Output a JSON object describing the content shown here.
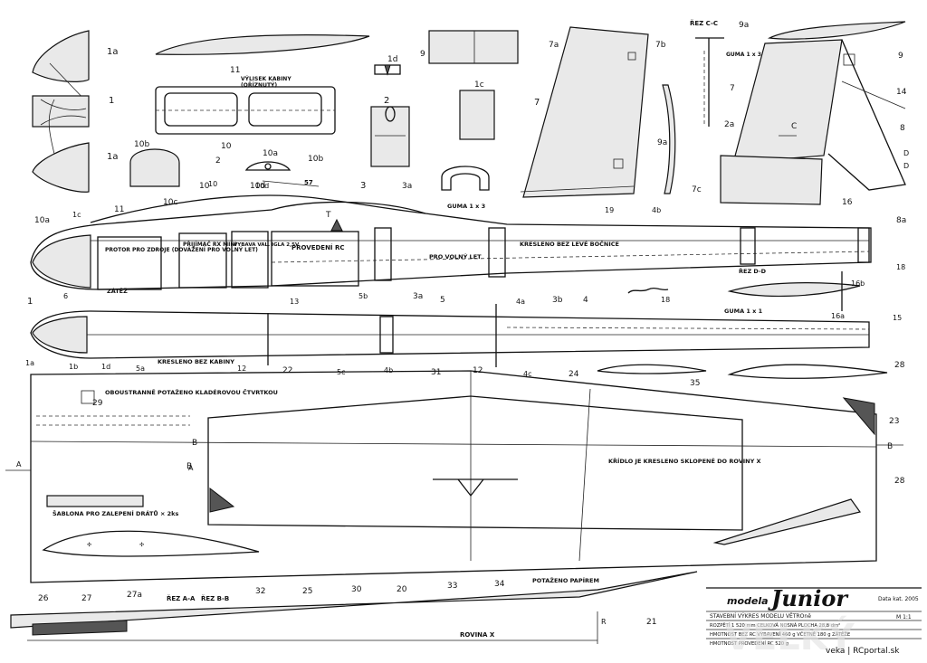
{
  "labels": [
    "1a",
    "1",
    "1a",
    "11",
    "VÝLISEK KABINY",
    "(OŘÍZNUTÝ)",
    "1d",
    "9",
    "1c",
    "7a",
    "7b",
    "ŘEZ C-C",
    "9a",
    "9",
    "GUMA 1 x 3",
    "7",
    "7",
    "14",
    "8",
    "2",
    "10d",
    "10",
    "10",
    "10b",
    "10a",
    "10b",
    "10c",
    "9a",
    "2a",
    "C",
    "D",
    "D",
    "7c",
    "16",
    "8a",
    "10a",
    "1c",
    "11",
    "10",
    "2",
    "10d",
    "57",
    "3",
    "3a",
    "T",
    "PROVEDENÍ RC",
    "PROTOR PRO ZDROJE (DOVÁŽENÍ PRO VOLNÝ LET)",
    "PŘIJÍMAČ RX MINI",
    "VYBAVA VAL. IGLA 2,5V",
    "PRO VOLNÝ LET",
    "KRESLENO BEZ LEVÉ BOČNICE",
    "GUMA 1 x 3",
    "19",
    "4b",
    "ŘEZ D-D",
    "18",
    "16b",
    "6",
    "ZÁTĚŽ",
    "13",
    "5b",
    "5",
    "3b",
    "4",
    "18",
    "GUMA 1 x 1",
    "16a",
    "15",
    "1",
    "3a",
    "4a",
    "1a",
    "1b",
    "1d",
    "5a",
    "KRESLENO BEZ KABINY",
    "12",
    "22",
    "5c",
    "4b",
    "12",
    "4c",
    "31",
    "24",
    "28",
    "29",
    "OBOUSTRANNĚ POTAŽENO KLADÉROVOU ČTVRTKOU",
    "35",
    "23",
    "B",
    "B",
    "B",
    "A",
    "A",
    "KŘÍDLO JE KRESLENO SKLOPENÉ DO ROVINY X",
    "28",
    "ŠABLONA PRO ZALEPENÍ DRÁTŮ × 2ks",
    "26",
    "27",
    "27a",
    "ŘEZ A-A",
    "ŘEZ B-B",
    "32",
    "25",
    "30",
    "20",
    "33",
    "34",
    "POTAŽENO PAPÍREM",
    "21",
    "ROVINA X",
    "R"
  ],
  "title_block": {
    "magazine": "modela",
    "model": "Junior",
    "issue": "Data kat. 2005",
    "scale": "M 1:1",
    "subtitle": "STAVEBNÍ VÝKRES MODELU VĚTROně",
    "spec_rows": [
      "ROZPĚTÍ           1 520 mm   CELKOVÁ NOSNÁ PLOCHA 28,8 dm²",
      "HMOTNOST BEZ RC VYBAVENÍ    460 g  VČETNĚ 180 g ZÁTĚŽE",
      "HMOTNOST PROVEDENÍ RC       520 g"
    ]
  },
  "credit": "veka | RCportal.sk",
  "watermark": "VELKÝ"
}
